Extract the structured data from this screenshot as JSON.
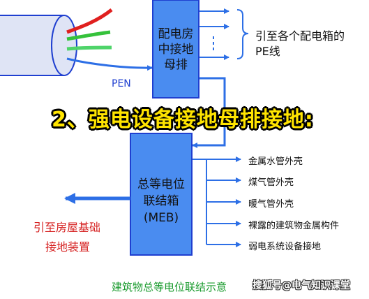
{
  "colors": {
    "pipe_fill": "#dfe4f5",
    "pipe_stroke": "#1f3fd0",
    "box_fill": "#4a8cf0",
    "arrow": "#2d6fe6",
    "wire_red": "#e0201f",
    "wire_green": "#35c23b",
    "wire_lightgreen": "#4fd46a",
    "headline": "#ffe400",
    "caption": "#1a9b2e"
  },
  "top_box": {
    "line1": "配电房",
    "line2": "中接地",
    "line3": "母排"
  },
  "pen_label": "PEN",
  "brace_label": {
    "line1": "引至各个配电箱的",
    "line2": "PE线"
  },
  "headline": "2、强电设备接地母排接地:",
  "meb_box": {
    "line1": "总等电位",
    "line2": "联结箱",
    "line3": "(MEB)"
  },
  "left_label": {
    "line1": "引至房屋基础",
    "line2": "接地装置"
  },
  "connections": [
    "金属水管外壳",
    "煤气管外壳",
    "暖气管外壳",
    "裸露的建筑物金属构件",
    "弱电系统设备接地"
  ],
  "caption": "建筑物总等电位联结示意",
  "watermark": "搜狐号@电气知识课堂"
}
